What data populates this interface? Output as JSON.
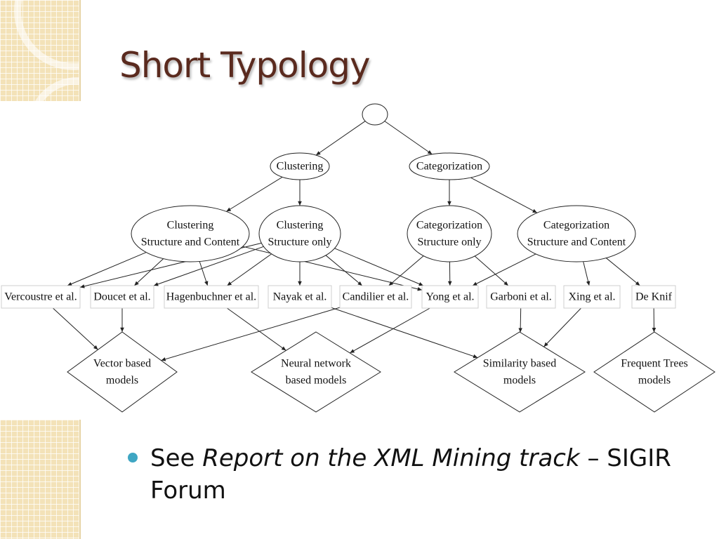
{
  "slide": {
    "title": "Short Typology",
    "bullet": {
      "prefix": "See ",
      "italic": "Report on the XML Mining track",
      "suffix": " – SIGIR Forum"
    }
  },
  "diagram": {
    "nodes": [
      {
        "id": "root",
        "lines": []
      },
      {
        "id": "clustering",
        "lines": [
          "Clustering"
        ]
      },
      {
        "id": "categorization",
        "lines": [
          "Categorization"
        ]
      },
      {
        "id": "clus-sc",
        "lines": [
          "Clustering",
          "Structure and Content"
        ]
      },
      {
        "id": "clus-so",
        "lines": [
          "Clustering",
          "Structure only"
        ]
      },
      {
        "id": "cat-so",
        "lines": [
          "Categorization",
          "Structure only"
        ]
      },
      {
        "id": "cat-sc",
        "lines": [
          "Categorization",
          "Structure and Content"
        ]
      },
      {
        "id": "vercoustre",
        "lines": [
          "Vercoustre et al."
        ]
      },
      {
        "id": "doucet",
        "lines": [
          "Doucet et al."
        ]
      },
      {
        "id": "hagenbuchner",
        "lines": [
          "Hagenbuchner et al."
        ]
      },
      {
        "id": "nayak",
        "lines": [
          "Nayak et al."
        ]
      },
      {
        "id": "candilier",
        "lines": [
          "Candilier et al."
        ]
      },
      {
        "id": "yong",
        "lines": [
          "Yong et al."
        ]
      },
      {
        "id": "garboni",
        "lines": [
          "Garboni et al."
        ]
      },
      {
        "id": "xing",
        "lines": [
          "Xing et al."
        ]
      },
      {
        "id": "deknif",
        "lines": [
          "De Knif"
        ]
      },
      {
        "id": "vector",
        "lines": [
          "Vector based",
          "models"
        ]
      },
      {
        "id": "neural",
        "lines": [
          "Neural network",
          "based models"
        ]
      },
      {
        "id": "similarity",
        "lines": [
          "Similarity based",
          "models"
        ]
      },
      {
        "id": "frequent",
        "lines": [
          "Frequent Trees",
          "models"
        ]
      }
    ],
    "edges": [
      [
        "root",
        "clustering"
      ],
      [
        "root",
        "categorization"
      ],
      [
        "clustering",
        "clus-sc"
      ],
      [
        "clustering",
        "clus-so"
      ],
      [
        "categorization",
        "cat-so"
      ],
      [
        "categorization",
        "cat-sc"
      ],
      [
        "clus-sc",
        "vercoustre"
      ],
      [
        "clus-sc",
        "doucet"
      ],
      [
        "clus-sc",
        "hagenbuchner"
      ],
      [
        "clus-sc",
        "yong"
      ],
      [
        "clus-so",
        "vercoustre"
      ],
      [
        "clus-so",
        "doucet"
      ],
      [
        "clus-so",
        "hagenbuchner"
      ],
      [
        "clus-so",
        "nayak"
      ],
      [
        "clus-so",
        "candilier"
      ],
      [
        "clus-so",
        "yong"
      ],
      [
        "cat-so",
        "candilier"
      ],
      [
        "cat-so",
        "yong"
      ],
      [
        "cat-so",
        "garboni"
      ],
      [
        "cat-sc",
        "yong"
      ],
      [
        "cat-sc",
        "xing"
      ],
      [
        "cat-sc",
        "deknif"
      ],
      [
        "vercoustre",
        "vector"
      ],
      [
        "doucet",
        "vector"
      ],
      [
        "candilier",
        "vector"
      ],
      [
        "hagenbuchner",
        "neural"
      ],
      [
        "yong",
        "neural"
      ],
      [
        "nayak",
        "similarity"
      ],
      [
        "garboni",
        "similarity"
      ],
      [
        "xing",
        "similarity"
      ],
      [
        "deknif",
        "frequent"
      ]
    ]
  }
}
